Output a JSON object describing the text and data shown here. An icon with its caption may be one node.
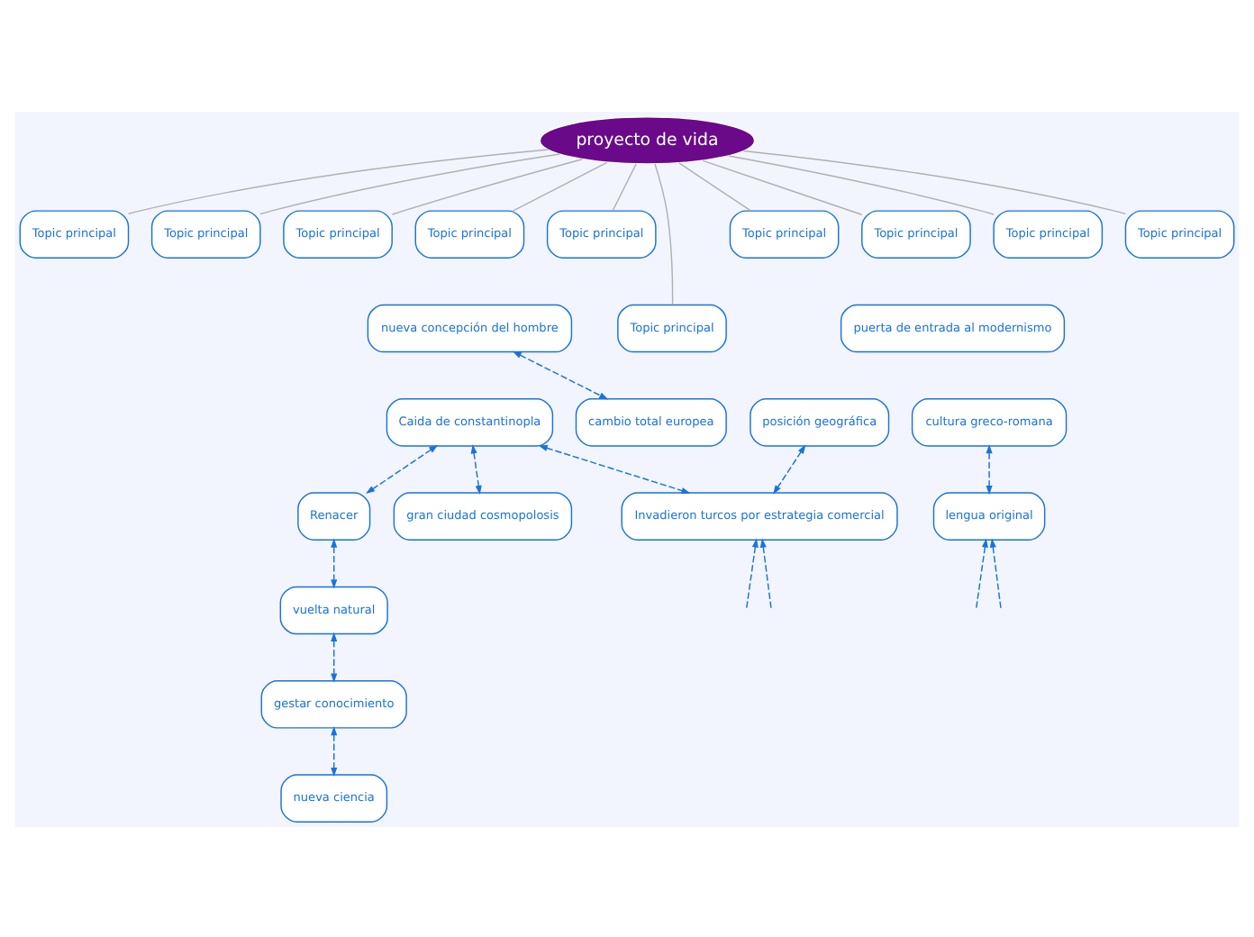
{
  "diagram": {
    "nodes": [
      {
        "text": [
          "proyecto de vida"
        ]
      },
      {
        "text": [
          "Topic principal"
        ]
      },
      {
        "text": [
          "Topic principal"
        ]
      },
      {
        "text": [
          "Topic principal"
        ]
      },
      {
        "text": [
          "Topic principal"
        ]
      },
      {
        "text": [
          "Topic principal"
        ]
      },
      {
        "text": [
          "Topic principal"
        ]
      },
      {
        "text": [
          "Topic principal"
        ]
      },
      {
        "text": [
          "Topic principal"
        ]
      },
      {
        "text": [
          "Topic principal"
        ]
      },
      {
        "text": [
          "Topic principal"
        ]
      },
      {
        "text": [
          "nueva concepción del hombre"
        ]
      },
      {
        "text": [
          "puerta de entrada al modernismo"
        ]
      },
      {
        "text": [
          "cambio total europea"
        ]
      },
      {
        "text": [
          "Caida de constantinopla"
        ]
      },
      {
        "text": [
          "Renacer"
        ]
      },
      {
        "text": [
          "gran ciudad cosmopolosis"
        ]
      },
      {
        "text": [
          "posición geográfica"
        ]
      },
      {
        "text": [
          "cultura greco-romana"
        ]
      },
      {
        "text": [
          "Invadieron turcos por estrategia comercial"
        ]
      },
      {
        "text": [
          "lengua original"
        ]
      },
      {
        "text": [
          "vuelta natural"
        ]
      },
      {
        "text": [
          "gestar conocimiento"
        ]
      },
      {
        "text": [
          "nueva ciencia"
        ]
      }
    ],
    "edges": [
      {
        "from": 0,
        "to": 1,
        "arrow": "none",
        "color": "#b0b0b0"
      },
      {
        "from": 0,
        "to": 2,
        "arrow": "none",
        "color": "#b0b0b0"
      },
      {
        "from": 0,
        "to": 3,
        "arrow": "none",
        "color": "#b0b0b0"
      },
      {
        "from": 0,
        "to": 4,
        "arrow": "none",
        "color": "#b0b0b0"
      },
      {
        "from": 0,
        "to": 5,
        "arrow": "none",
        "color": "#b0b0b0"
      },
      {
        "from": 0,
        "to": 6,
        "arrow": "none",
        "color": "#b0b0b0"
      },
      {
        "from": 0,
        "to": 7,
        "arrow": "none",
        "color": "#b0b0b0"
      },
      {
        "from": 0,
        "to": 8,
        "arrow": "none",
        "color": "#b0b0b0"
      },
      {
        "from": 0,
        "to": 9,
        "arrow": "none",
        "color": "#b0b0b0"
      },
      {
        "from": 0,
        "to": 10,
        "arrow": "none",
        "color": "#b0b0b0"
      },
      {
        "from": 11,
        "to": 13,
        "arrow": "both",
        "style": "dashed",
        "color": "#1a73d9"
      },
      {
        "from": 14,
        "to": 15,
        "arrow": "both",
        "style": "dashed",
        "color": "#1a73d9"
      },
      {
        "from": 14,
        "to": 16,
        "arrow": "both",
        "style": "dashed",
        "color": "#1a73d9"
      },
      {
        "from": 14,
        "to": 19,
        "arrow": "both",
        "style": "dashed",
        "color": "#1a73d9"
      },
      {
        "from": 17,
        "to": 19,
        "arrow": "both",
        "style": "dashed",
        "color": "#1a73d9"
      },
      {
        "from": 18,
        "to": 20,
        "arrow": "both",
        "style": "dashed",
        "color": "#1a73d9"
      },
      {
        "from": 15,
        "to": 21,
        "arrow": "both",
        "style": "dashed",
        "color": "#1a73d9"
      },
      {
        "from": 21,
        "to": 22,
        "arrow": "both",
        "style": "dashed",
        "color": "#1a73d9"
      },
      {
        "from": 22,
        "to": 23,
        "arrow": "both",
        "style": "dashed",
        "color": "#1a73d9"
      },
      {
        "from": null,
        "to": 19,
        "arrow": "to",
        "style": "dashed",
        "color": "#1a73d9"
      },
      {
        "from": null,
        "to": 19,
        "arrow": "to",
        "style": "dashed",
        "color": "#1a73d9"
      },
      {
        "from": null,
        "to": 20,
        "arrow": "to",
        "style": "dashed",
        "color": "#1a73d9"
      },
      {
        "from": null,
        "to": 20,
        "arrow": "to",
        "style": "dashed",
        "color": "#1a73d9"
      }
    ]
  }
}
